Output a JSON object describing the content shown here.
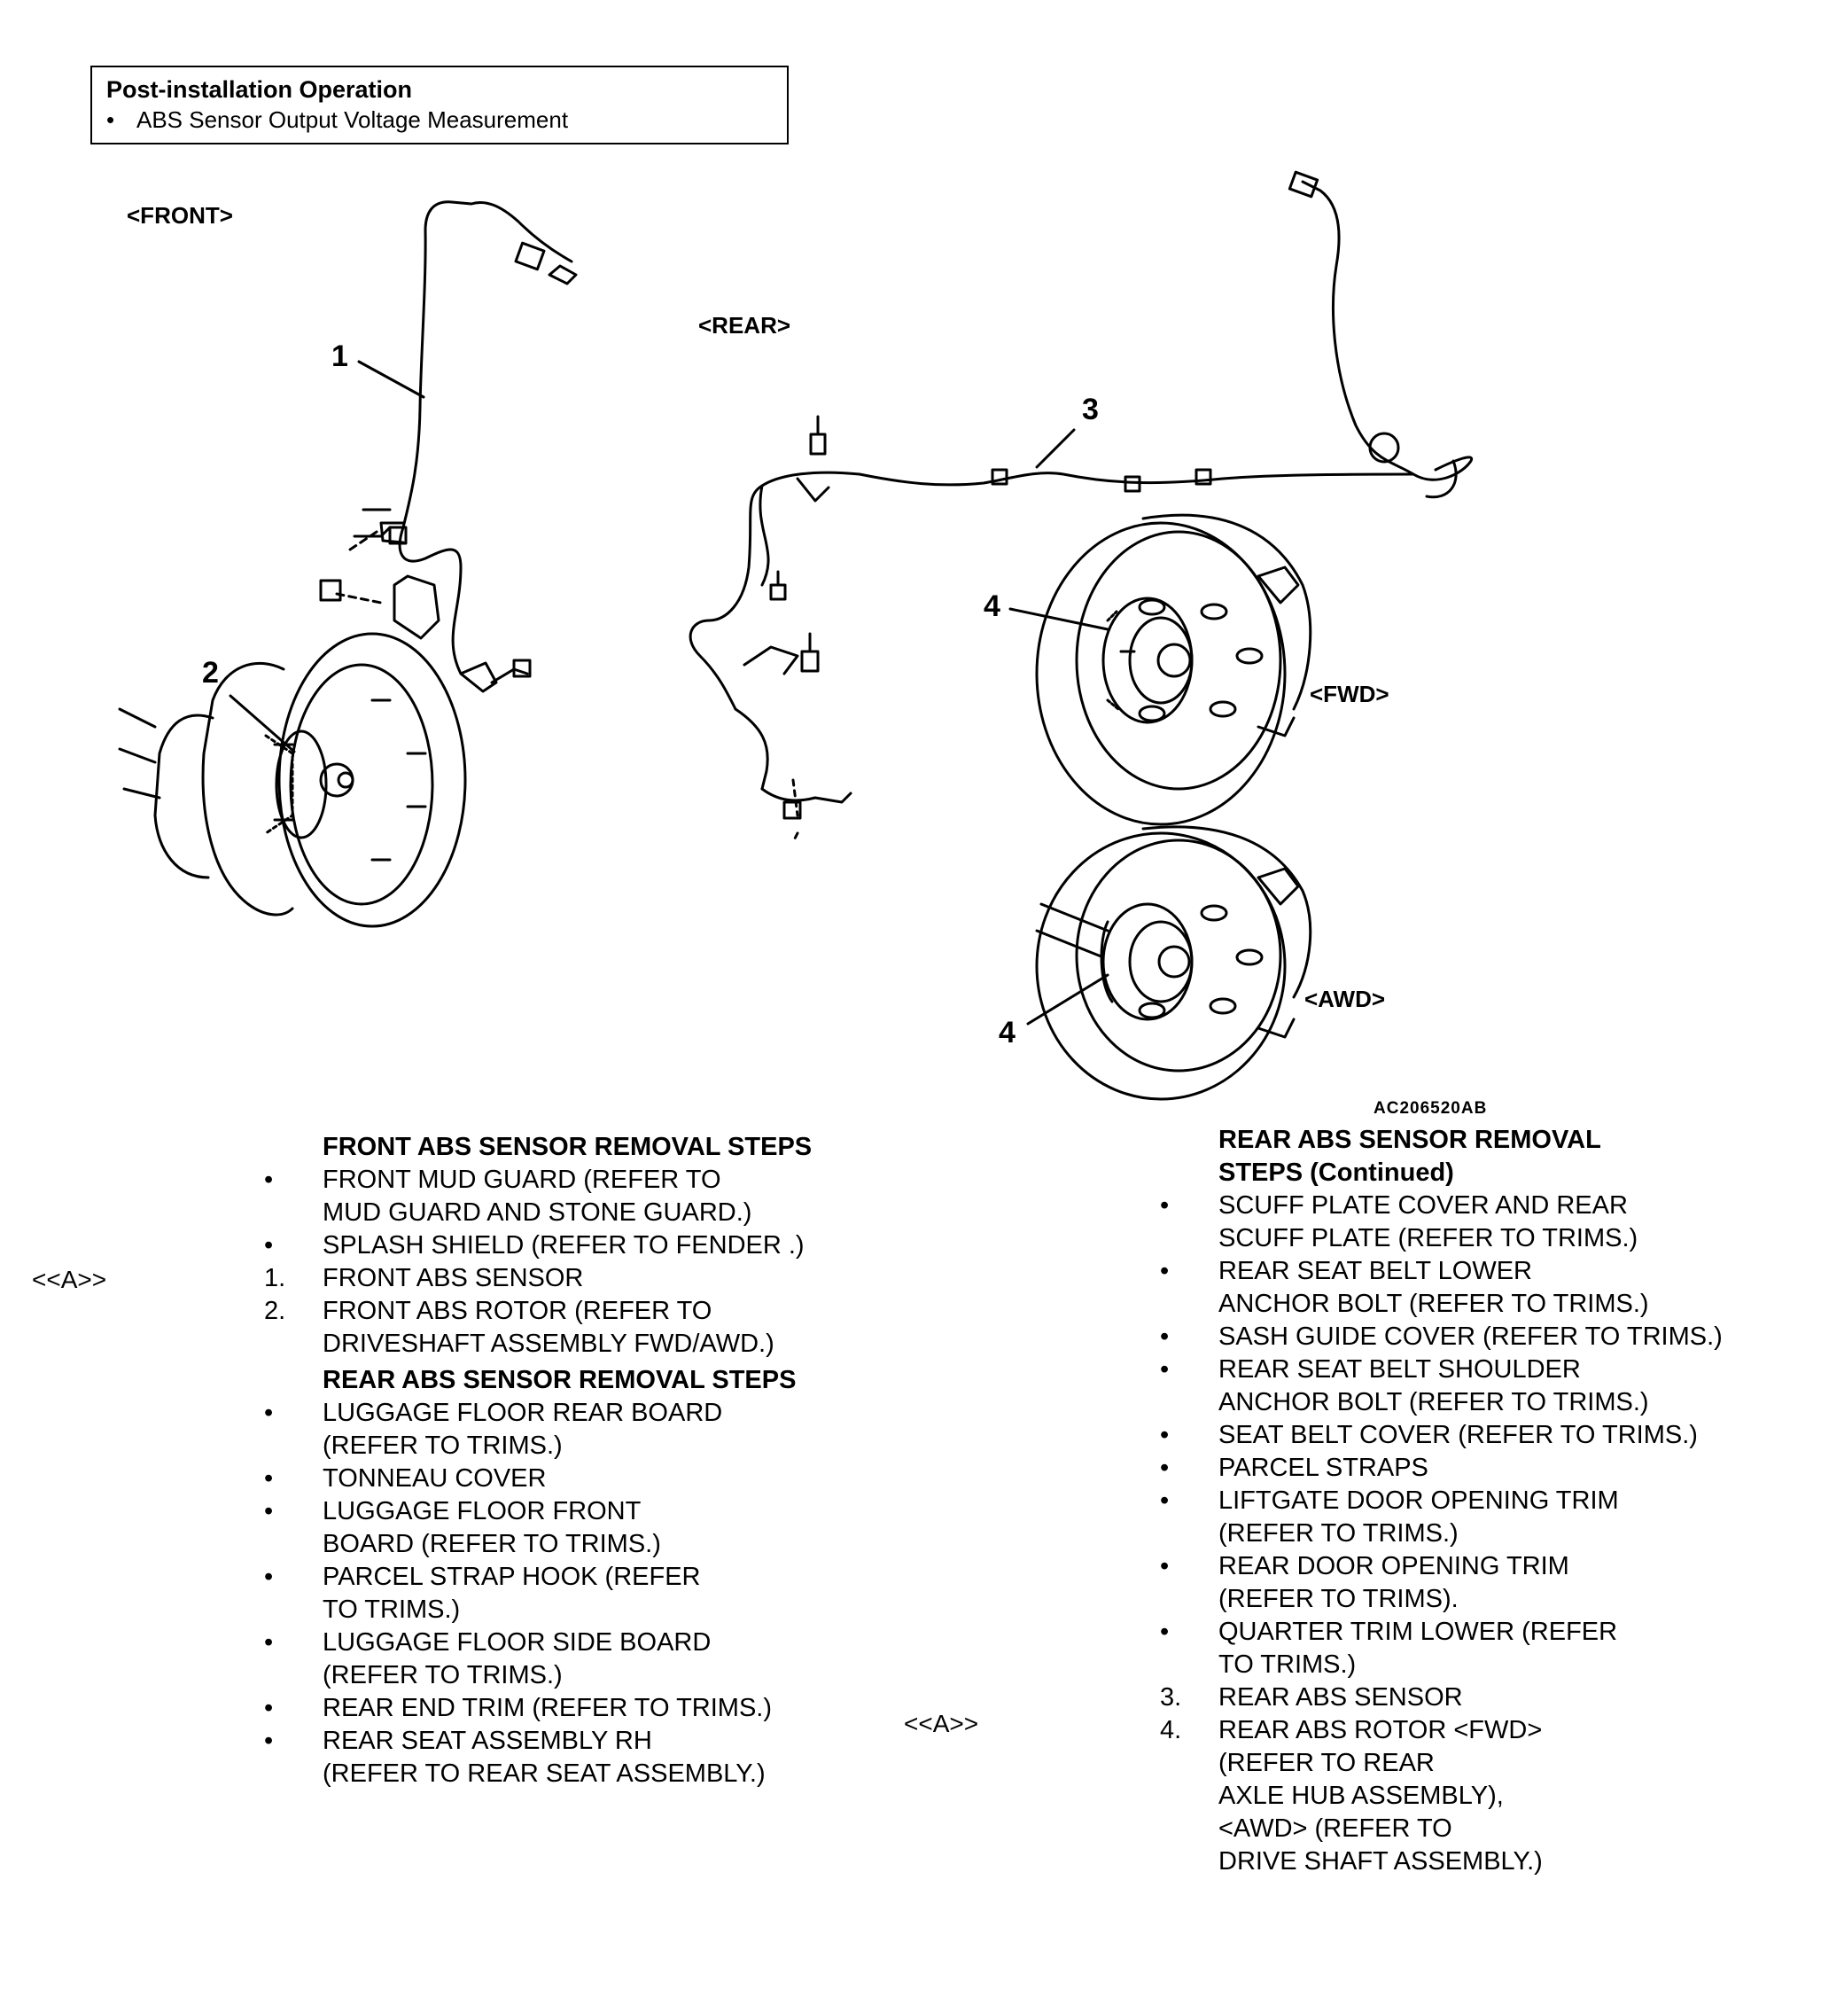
{
  "post_installation": {
    "title": "Post-installation Operation",
    "items": [
      "ABS Sensor Output Voltage Measurement"
    ]
  },
  "figure": {
    "labels": {
      "front": "<FRONT>",
      "rear": "<REAR>",
      "fwd": "<FWD>",
      "awd": "<AWD>"
    },
    "callouts": {
      "c1": "1",
      "c2": "2",
      "c3": "3",
      "c4a": "4",
      "c4b": "4"
    },
    "figure_id": "AC206520AB"
  },
  "front_steps": {
    "heading": "FRONT ABS SENSOR REMOVAL  STEPS",
    "ref_a": "<<A>>",
    "items": [
      {
        "marker": "•",
        "text": "FRONT MUD GUARD (REFER TO\nMUD GUARD AND STONE GUARD.)"
      },
      {
        "marker": "•",
        "text": "SPLASH SHIELD (REFER TO FENDER .)"
      },
      {
        "marker": "1.",
        "text": "FRONT ABS SENSOR"
      },
      {
        "marker": "2.",
        "text": "FRONT ABS ROTOR (REFER TO\nDRIVESHAFT  ASSEMBLY FWD/AWD.)"
      }
    ]
  },
  "rear_steps": {
    "heading": "REAR ABS SENSOR REMOVAL STEPS",
    "items": [
      {
        "marker": "•",
        "text": "LUGGAGE FLOOR REAR BOARD\n(REFER TO TRIMS.)"
      },
      {
        "marker": "•",
        "text": "TONNEAU COVER"
      },
      {
        "marker": "•",
        "text": "LUGGAGE FLOOR FRONT\nBOARD (REFER TO TRIMS.)"
      },
      {
        "marker": "•",
        "text": "PARCEL STRAP HOOK (REFER\nTO TRIMS.)"
      },
      {
        "marker": "•",
        "text": "LUGGAGE FLOOR SIDE BOARD\n(REFER TO TRIMS.)"
      },
      {
        "marker": "•",
        "text": "REAR END TRIM (REFER TO TRIMS.)"
      },
      {
        "marker": "•",
        "text": "REAR SEAT ASSEMBLY RH\n(REFER TO REAR SEAT ASSEMBLY.)"
      }
    ]
  },
  "rear_steps_continued": {
    "heading": "REAR ABS SENSOR REMOVAL\nSTEPS (Continued)",
    "ref_a": "<<A>>",
    "items": [
      {
        "marker": "•",
        "text": "SCUFF PLATE COVER AND REAR\nSCUFF PLATE (REFER TO TRIMS.)"
      },
      {
        "marker": "•",
        "text": "REAR SEAT BELT LOWER\nANCHOR BOLT (REFER TO TRIMS.)"
      },
      {
        "marker": "•",
        "text": "SASH GUIDE COVER (REFER TO TRIMS.)"
      },
      {
        "marker": "•",
        "text": "REAR SEAT BELT SHOULDER\nANCHOR BOLT (REFER TO TRIMS.)"
      },
      {
        "marker": "•",
        "text": "SEAT BELT COVER (REFER TO TRIMS.)"
      },
      {
        "marker": "•",
        "text": "PARCEL STRAPS"
      },
      {
        "marker": "•",
        "text": "LIFTGATE DOOR OPENING TRIM\n(REFER TO TRIMS.)"
      },
      {
        "marker": "•",
        "text": "REAR DOOR OPENING TRIM\n(REFER TO TRIMS)."
      },
      {
        "marker": "•",
        "text": "QUARTER TRIM LOWER (REFER\nTO TRIMS.)"
      },
      {
        "marker": "3.",
        "text": "REAR ABS SENSOR"
      },
      {
        "marker": "4.",
        "text": "REAR ABS ROTOR <FWD>\n(REFER TO REAR\nAXLE HUB ASSEMBLY),\n<AWD> (REFER TO\nDRIVE SHAFT ASSEMBLY.)"
      }
    ]
  }
}
